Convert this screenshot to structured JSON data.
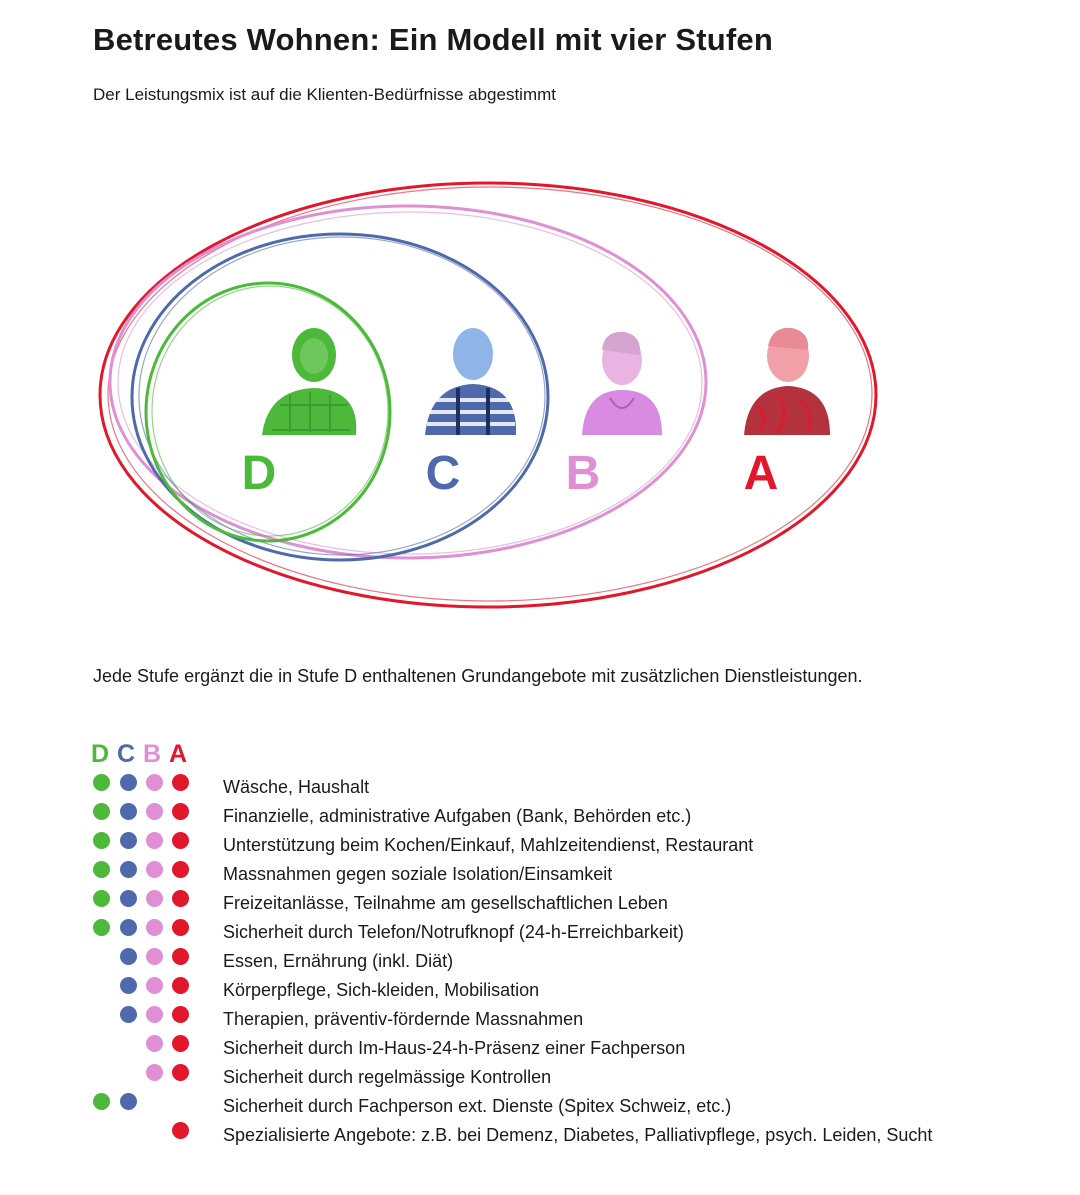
{
  "title": "Betreutes Wohnen: Ein Modell mit vier Stufen",
  "subtitle": "Der Leistungsmix ist auf die Klienten-Bedürfnisse abgestimmt",
  "colors": {
    "D": "#4cb93b",
    "C": "#4e6aad",
    "B": "#e08fd4",
    "A": "#e3172c"
  },
  "stages": [
    {
      "letter": "D",
      "color": "#4cb93b"
    },
    {
      "letter": "C",
      "color": "#4e6aad"
    },
    {
      "letter": "B",
      "color": "#e08fd4"
    },
    {
      "letter": "A",
      "color": "#e3172c"
    }
  ],
  "caption": "Jede Stufe ergänzt die in Stufe D enthaltenen Grundangebote mit zusätzlichen Dienstleistungen.",
  "legend_header": [
    "D",
    "C",
    "B",
    "A"
  ],
  "services": [
    {
      "label": "Wäsche, Haushalt",
      "stages": [
        "D",
        "C",
        "B",
        "A"
      ]
    },
    {
      "label": "Finanzielle, administrative Aufgaben (Bank, Behörden etc.)",
      "stages": [
        "D",
        "C",
        "B",
        "A"
      ]
    },
    {
      "label": "Unterstützung beim Kochen/Einkauf, Mahlzeitendienst, Restaurant",
      "stages": [
        "D",
        "C",
        "B",
        "A"
      ]
    },
    {
      "label": "Massnahmen gegen soziale Isolation/Einsamkeit",
      "stages": [
        "D",
        "C",
        "B",
        "A"
      ]
    },
    {
      "label": "Freizeitanlässe, Teilnahme am gesellschaftlichen Leben",
      "stages": [
        "D",
        "C",
        "B",
        "A"
      ]
    },
    {
      "label": "Sicherheit durch Telefon/Notrufknopf (24-h-Erreichbarkeit)",
      "stages": [
        "D",
        "C",
        "B",
        "A"
      ]
    },
    {
      "label": "Essen, Ernährung (inkl. Diät)",
      "stages": [
        "C",
        "B",
        "A"
      ]
    },
    {
      "label": "Körperpflege, Sich-kleiden, Mobilisation",
      "stages": [
        "C",
        "B",
        "A"
      ]
    },
    {
      "label": "Therapien, präventiv-fördernde Massnahmen",
      "stages": [
        "C",
        "B",
        "A"
      ]
    },
    {
      "label": "Sicherheit durch Im-Haus-24-h-Präsenz einer Fachperson",
      "stages": [
        "B",
        "A"
      ]
    },
    {
      "label": "Sicherheit durch regelmässige Kontrollen",
      "stages": [
        "B",
        "A"
      ]
    },
    {
      "label": "Sicherheit durch Fachperson ext. Dienste (Spitex Schweiz, etc.)",
      "stages": [
        "D",
        "C"
      ]
    },
    {
      "label": "Spezialisierte Angebote: z.B. bei Demenz, Diabetes, Palliativpflege, psych. Leiden, Sucht",
      "stages": [
        "A"
      ]
    }
  ]
}
